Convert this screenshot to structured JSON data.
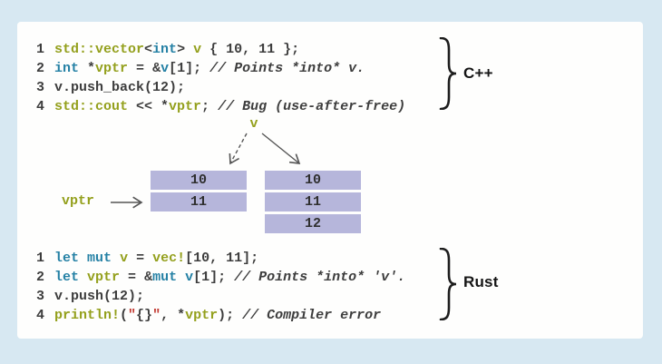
{
  "colors": {
    "background": "#d7e8f2",
    "panel": "#fefefd",
    "keyword_teal": "#2581a5",
    "name_olive": "#94a01d",
    "code_dark": "#3d3d3d",
    "string_red": "#c23a32",
    "memory_cell": "#b6b6db",
    "arrow_gray": "#555555"
  },
  "cpp_block": {
    "label": "C++",
    "lines": [
      {
        "num": "1",
        "tokens": [
          [
            "std::vector",
            "olive"
          ],
          [
            "<",
            "dark"
          ],
          [
            "int",
            "teal"
          ],
          [
            ">",
            "dark"
          ],
          [
            " ",
            "dark"
          ],
          [
            "v",
            "olive"
          ],
          [
            " { 10, 11 };",
            "dark"
          ]
        ]
      },
      {
        "num": "2",
        "tokens": [
          [
            "int",
            "teal"
          ],
          [
            " *",
            "dark"
          ],
          [
            "vptr",
            "olive"
          ],
          [
            " = ",
            "dark"
          ],
          [
            "&",
            "dark"
          ],
          [
            "v",
            "teal"
          ],
          [
            "[1]; ",
            "dark"
          ],
          [
            "// Points *into* v.",
            "comment"
          ]
        ]
      },
      {
        "num": "3",
        "tokens": [
          [
            "v.push_back(12);",
            "dark"
          ]
        ]
      },
      {
        "num": "4",
        "tokens": [
          [
            "std::cout",
            "olive"
          ],
          [
            " << *",
            "dark"
          ],
          [
            "vptr",
            "olive"
          ],
          [
            "; ",
            "dark"
          ],
          [
            "// Bug (use-after-free)",
            "comment"
          ]
        ]
      }
    ]
  },
  "rust_block": {
    "label": "Rust",
    "lines": [
      {
        "num": "1",
        "tokens": [
          [
            "let",
            "teal"
          ],
          [
            " ",
            "dark"
          ],
          [
            "mut",
            "teal"
          ],
          [
            " ",
            "dark"
          ],
          [
            "v",
            "olive"
          ],
          [
            " = ",
            "dark"
          ],
          [
            "vec!",
            "olive"
          ],
          [
            "[10, 11];",
            "dark"
          ]
        ]
      },
      {
        "num": "2",
        "tokens": [
          [
            "let",
            "teal"
          ],
          [
            " ",
            "dark"
          ],
          [
            "vptr",
            "olive"
          ],
          [
            " = ",
            "dark"
          ],
          [
            "&",
            "dark"
          ],
          [
            "mut",
            "teal"
          ],
          [
            " ",
            "dark"
          ],
          [
            "v",
            "teal"
          ],
          [
            "[1]; ",
            "dark"
          ],
          [
            "// Points *into* 'v'.",
            "comment"
          ]
        ]
      },
      {
        "num": "3",
        "tokens": [
          [
            "v.push(12);",
            "dark"
          ]
        ]
      },
      {
        "num": "4",
        "tokens": [
          [
            "println!",
            "olive"
          ],
          [
            "(",
            "dark"
          ],
          [
            "\"",
            "red"
          ],
          [
            "{}",
            "dark"
          ],
          [
            "\"",
            "red"
          ],
          [
            ", *",
            "dark"
          ],
          [
            "vptr",
            "olive"
          ],
          [
            "); ",
            "dark"
          ],
          [
            "// Compiler error",
            "comment"
          ]
        ]
      }
    ]
  },
  "diagram": {
    "vector_label": "v",
    "pointer_label": "vptr",
    "old_allocation_cells": [
      "10",
      "11"
    ],
    "new_allocation_cells": [
      "10",
      "11",
      "12"
    ]
  }
}
